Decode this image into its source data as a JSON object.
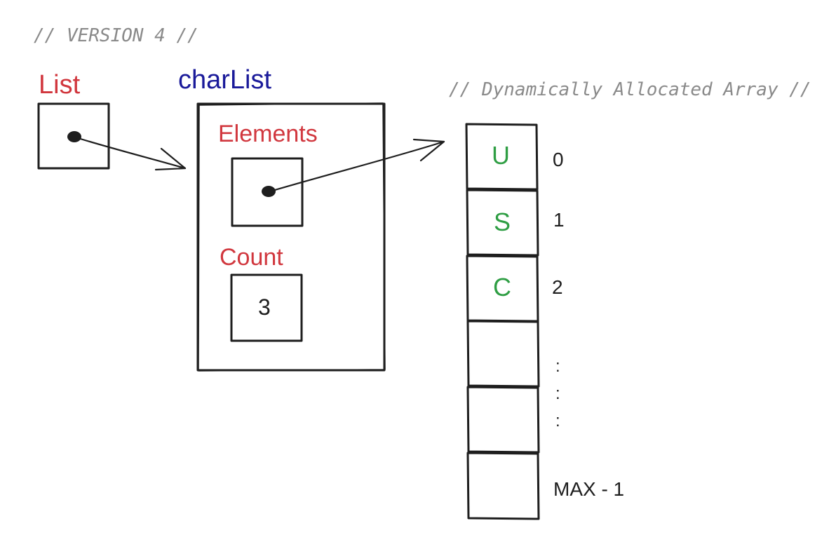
{
  "version_comment": "// VERSION 4 //",
  "array_comment": "// Dynamically Allocated Array //",
  "list_label": "List",
  "charlist_label": "charList",
  "elements_label": "Elements",
  "count_label": "Count",
  "count_value": "3",
  "array": {
    "cells": [
      "U",
      "S",
      "C",
      "",
      "",
      ""
    ],
    "indices": [
      "0",
      "1",
      "2",
      ":",
      ":",
      ":"
    ],
    "last_index": "MAX - 1"
  },
  "colors": {
    "label_red": "#d1373e",
    "label_blue": "#1a1a9a",
    "cell_green": "#2f9e44",
    "stroke": "#1e1e1e",
    "comment_gray": "#8a8a8a"
  }
}
